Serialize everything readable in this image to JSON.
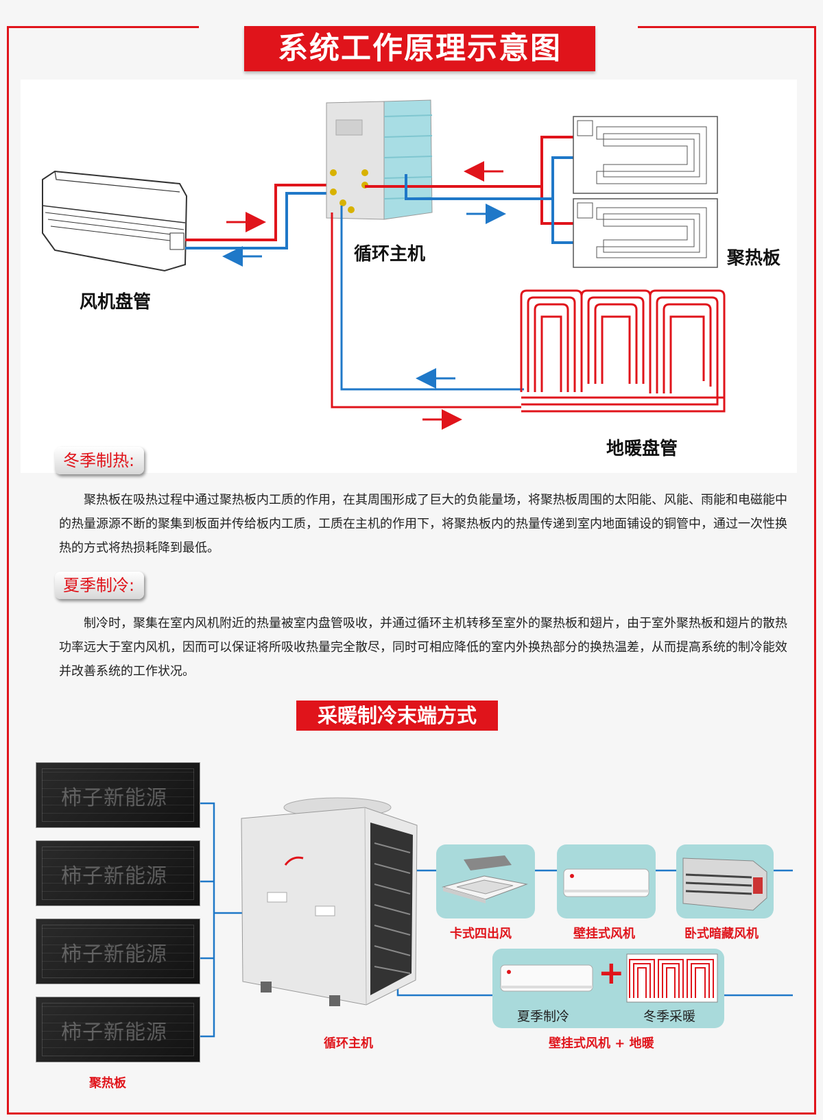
{
  "title": "系统工作原理示意图",
  "diagram": {
    "fan_coil_label": "风机盘管",
    "host_label": "循环主机",
    "collector_label": "聚热板",
    "floor_label": "地暖盘管"
  },
  "winter": {
    "label": "冬季制热:",
    "text": "聚热板在吸热过程中通过聚热板内工质的作用，在其周围形成了巨大的负能量场，将聚热板周围的太阳能、风能、雨能和电磁能中的热量源源不断的聚集到板面并传给板内工质，工质在主机的作用下，将聚热板内的热量传递到室内地面铺设的铜管中，通过一次性换热的方式将热损耗降到最低。"
  },
  "summer": {
    "label": "夏季制冷:",
    "text": "制冷时，聚集在室内风机附近的热量被室内盘管吸收，并通过循环主机转移至室外的聚热板和翅片，由于室外聚热板和翅片的散热功率远大于室内风机，因而可以保证将所吸收热量完全散尽，同时可相应降低的室内外换热部分的换热温差，从而提高系统的制冷能效并改善系统的工作状况。"
  },
  "section2_title": "采暖制冷末端方式",
  "terminals": {
    "panel_watermark": "柿子新能源",
    "panel_label": "聚热板",
    "host_label": "循环主机",
    "cassette_label": "卡式四出风",
    "wall_label": "壁挂式风机",
    "ducted_label": "卧式暗藏风机",
    "summer_cool": "夏季制冷",
    "winter_heat": "冬季采暖",
    "combo_label": "壁挂式风机 + 地暖",
    "plus": "+"
  },
  "colors": {
    "red": "#e0141b",
    "blue": "#1f78c8",
    "teal": "#a9dadb"
  }
}
